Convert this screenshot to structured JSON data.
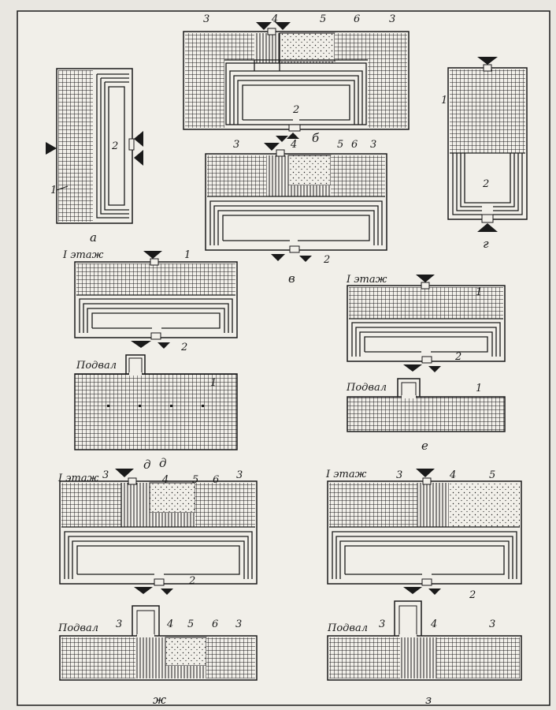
{
  "labels": {
    "floor1": "I этаж",
    "basement": "Подвал"
  },
  "captions": {
    "a": "а",
    "b": "б",
    "v": "в",
    "g": "г",
    "d": "д",
    "e": "е",
    "zh": "ж",
    "z": "з"
  },
  "numbers": {
    "n1": "1",
    "n2": "2",
    "n3": "3",
    "n4": "4",
    "n5": "5",
    "n6": "6"
  },
  "colors": {
    "ink": "#1a1a1a",
    "paper": "#f1efe9",
    "background": "#e9e7e1"
  }
}
